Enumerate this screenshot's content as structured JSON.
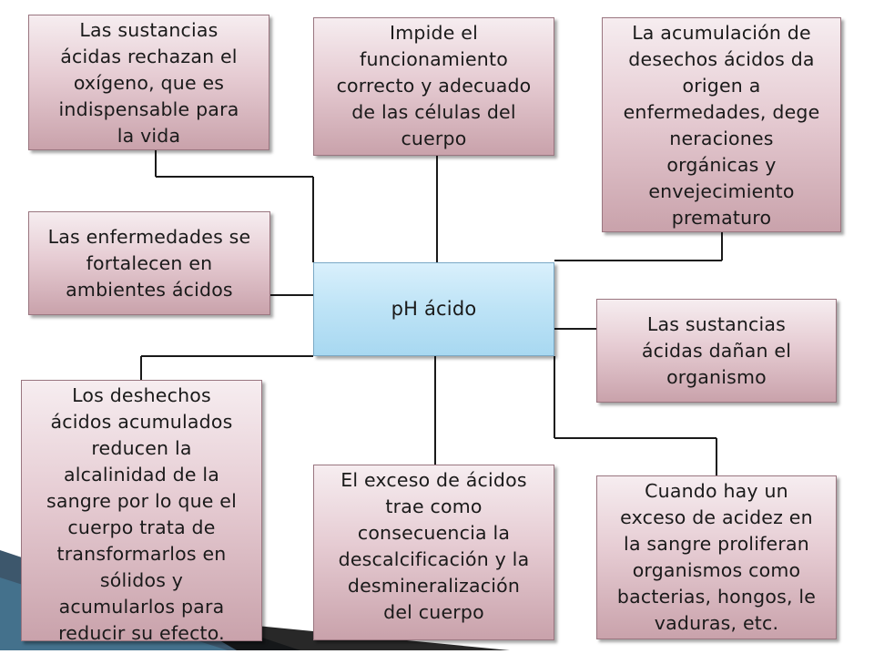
{
  "diagram": {
    "center": {
      "label": "pH ácido"
    },
    "nodes": [
      {
        "id": "oxigeno",
        "label": "Las sustancias\nácidas rechazan el\noxígeno, que es\nindispensable para\nla vida"
      },
      {
        "id": "funcionamiento",
        "label": "Impide el\nfuncionamiento\ncorrecto y adecuado\nde las células del\ncuerpo"
      },
      {
        "id": "desechos",
        "label": "La acumulación de\ndesechos ácidos da\norigen a\nenfermedades, dege\nneraciones\norgánicas y\nenvejecimiento\nprematuro"
      },
      {
        "id": "enfermedades",
        "label": "Las enfermedades se\nfortalecen en\nambientes ácidos"
      },
      {
        "id": "danan",
        "label": "Las sustancias\nácidas dañan el\norganismo"
      },
      {
        "id": "alcalinidad",
        "label": "Los deshechos\nácidos acumulados\nreducen la\nalcalinidad de la\nsangre por lo que el\ncuerpo trata de\ntransformarlos en\nsólidos y\nacumularlos  para\nreducir su efecto."
      },
      {
        "id": "descalcificacion",
        "label": "El exceso de ácidos\ntrae como\nconsecuencia la\ndescalcificación y la\ndesmineralización\ndel cuerpo"
      },
      {
        "id": "organismos",
        "label": "Cuando hay un\nexceso de acidez en\nla sangre proliferan\norganismos como\nbacterias, hongos, le\nvaduras, etc."
      }
    ]
  }
}
